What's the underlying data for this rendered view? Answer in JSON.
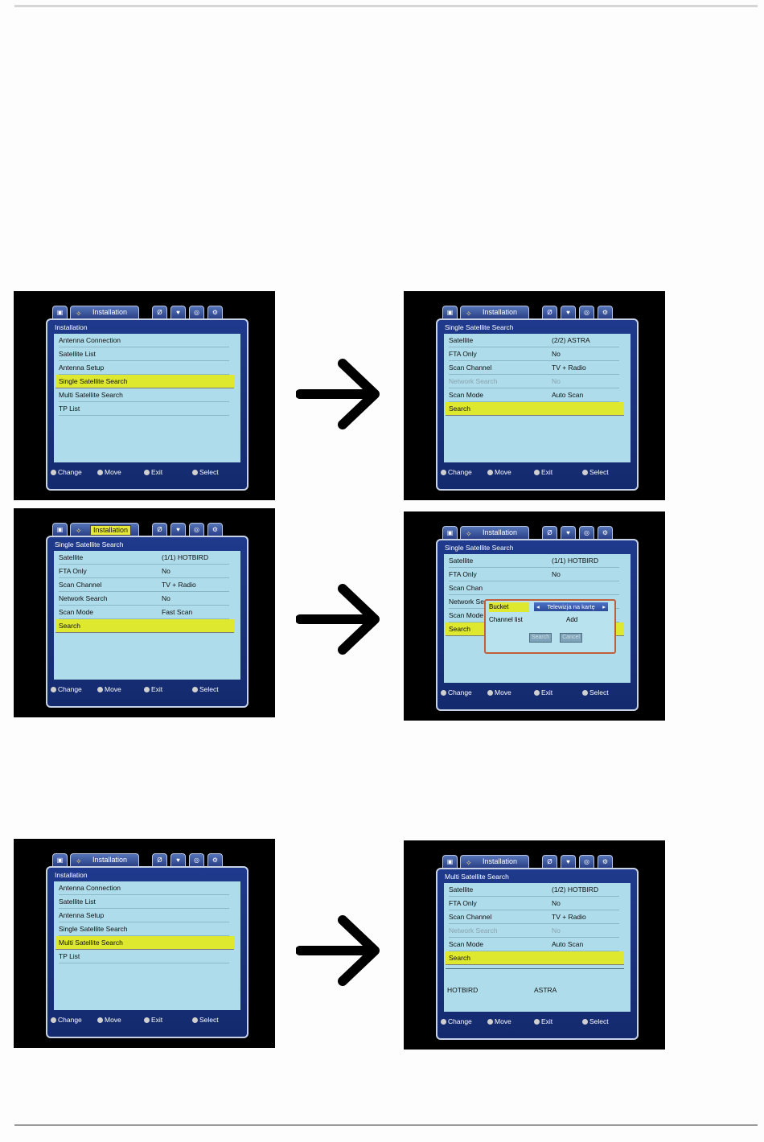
{
  "footer_legend": {
    "change": "Change",
    "move": "Move",
    "exit": "Exit",
    "select": "Select"
  },
  "tab_icon_glyphs": [
    "▣",
    "Ø",
    "♥",
    "◎",
    "⚙"
  ],
  "screens": {
    "s1": {
      "tab": "Installation",
      "title": "Installation",
      "rows": [
        "Antenna Connection",
        "Satellite List",
        "Antenna Setup",
        "Single Satellite Search",
        "Multi Satellite Search",
        "TP List"
      ]
    },
    "s2": {
      "tab": "Installation",
      "title": "Single Satellite Search",
      "rows": [
        {
          "label": "Satellite",
          "value": "(2/2) ASTRA"
        },
        {
          "label": "FTA Only",
          "value": "No"
        },
        {
          "label": "Scan Channel",
          "value": "TV + Radio"
        },
        {
          "label": "Network Search",
          "value": "No"
        },
        {
          "label": "Scan Mode",
          "value": "Auto Scan"
        },
        {
          "label": "Search",
          "value": ""
        }
      ]
    },
    "s3": {
      "tab": "Installation",
      "title": "Single Satellite Search",
      "rows": [
        {
          "label": "Satellite",
          "value": "(1/1) HOTBIRD"
        },
        {
          "label": "FTA Only",
          "value": "No"
        },
        {
          "label": "Scan Channel",
          "value": "TV + Radio"
        },
        {
          "label": "Network Search",
          "value": "No"
        },
        {
          "label": "Scan Mode",
          "value": "Fast Scan"
        },
        {
          "label": "Search",
          "value": ""
        }
      ]
    },
    "s4": {
      "tab": "Installation",
      "title": "Single Satellite Search",
      "rows": [
        {
          "label": "Satellite",
          "value": "(1/1) HOTBIRD"
        },
        {
          "label": "FTA Only",
          "value": "No"
        },
        {
          "label": "Scan Chan",
          "value": ""
        },
        {
          "label": "Network Se",
          "value": ""
        },
        {
          "label": "Scan Mode",
          "value": ""
        },
        {
          "label": "Search",
          "value": ""
        }
      ],
      "dialog": {
        "bucket_label": "Bucket",
        "bucket_value": "Telewizja na kartę",
        "channel_list_label": "Channel list",
        "channel_list_value": "Add",
        "search_button": "Search",
        "cancel_button": "Cancel"
      }
    },
    "s5": {
      "tab": "Installation",
      "title": "Installation",
      "rows": [
        "Antenna Connection",
        "Satellite List",
        "Antenna Setup",
        "Single Satellite Search",
        "Multi Satellite Search",
        "TP List"
      ]
    },
    "s6": {
      "tab": "Installation",
      "title": "Multi Satellite Search",
      "rows": [
        {
          "label": "Satellite",
          "value": "(1/2) HOTBIRD"
        },
        {
          "label": "FTA Only",
          "value": "No"
        },
        {
          "label": "Scan Channel",
          "value": "TV + Radio"
        },
        {
          "label": "Network Search",
          "value": "No"
        },
        {
          "label": "Scan Mode",
          "value": "Auto Scan"
        },
        {
          "label": "Search",
          "value": ""
        }
      ],
      "satellites": [
        "HOTBIRD",
        "ASTRA"
      ]
    }
  }
}
